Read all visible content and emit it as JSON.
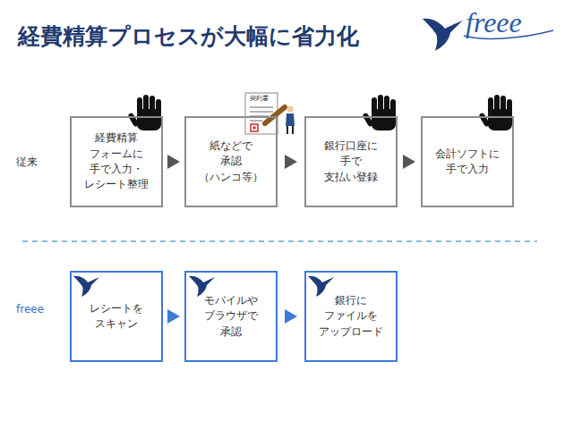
{
  "diagram": {
    "title": "経費精算プロセスが大幅に省力化",
    "nodes": [
      {
        "text": [
          "経費精算 フォームに 手で入力・ レシート整理"
        ]
      },
      {
        "text": [
          "紙などで 承認 （ハンコ等）"
        ]
      },
      {
        "text": [
          "銀行口座に 手で 支払い登録"
        ]
      },
      {
        "text": [
          "会計ソフトに 手で入力"
        ]
      },
      {
        "text": [
          "レシートを スキャン"
        ]
      },
      {
        "text": [
          "モバイルや ブラウザで 承認"
        ]
      },
      {
        "text": [
          "銀行に ファイルを アップロード"
        ]
      }
    ],
    "edges": [
      {
        "from": 0,
        "to": 1,
        "arrow": "to"
      },
      {
        "from": 1,
        "to": 2,
        "arrow": "to"
      },
      {
        "from": 2,
        "to": 3,
        "arrow": "to"
      },
      {
        "from": 4,
        "to": 5,
        "arrow": "to"
      },
      {
        "from": 5,
        "to": 6,
        "arrow": "to"
      }
    ],
    "labels": [
      "freee",
      "従来",
      "freee",
      "契約書"
    ]
  }
}
